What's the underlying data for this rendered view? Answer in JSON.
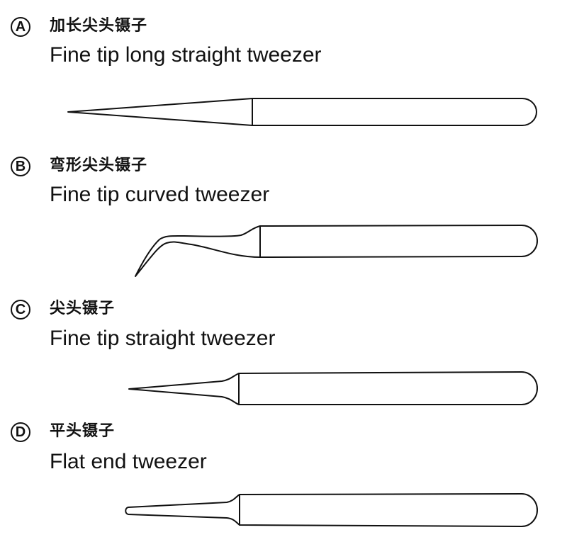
{
  "items": [
    {
      "letter": "A",
      "chinese": "加长尖头镊子",
      "english": "Fine tip long straight tweezer",
      "shape": "long-straight-fine-tip"
    },
    {
      "letter": "B",
      "chinese": "弯形尖头镊子",
      "english": "Fine tip curved tweezer",
      "shape": "curved-fine-tip"
    },
    {
      "letter": "C",
      "chinese": "尖头镊子",
      "english": "Fine tip straight tweezer",
      "shape": "straight-fine-tip"
    },
    {
      "letter": "D",
      "chinese": "平头镊子",
      "english": "Flat end tweezer",
      "shape": "flat-end"
    }
  ],
  "colors": {
    "line": "#111111",
    "background": "#ffffff"
  }
}
